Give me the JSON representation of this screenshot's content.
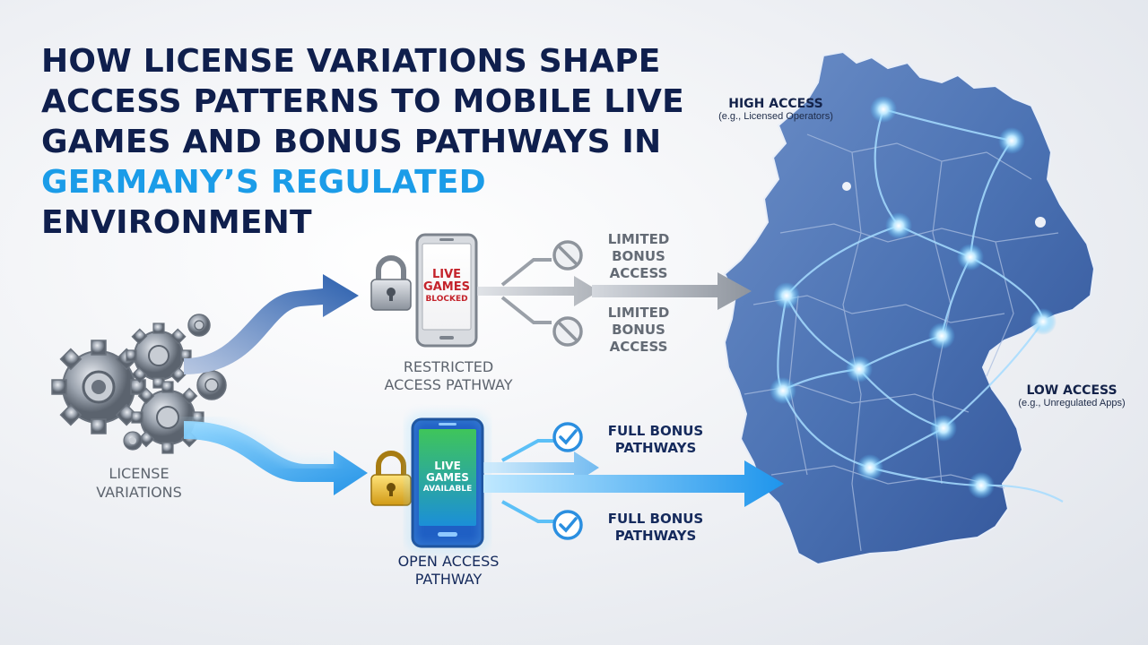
{
  "title": {
    "line1": "HOW LICENSE VARIATIONS SHAPE",
    "line2": "ACCESS PATTERNS TO MOBILE LIVE",
    "line3": "GAMES AND BONUS PATHWAYS IN",
    "line4": "GERMANY’S REGULATED",
    "line5": "ENVIRONMENT"
  },
  "source": {
    "label_line1": "LICENSE",
    "label_line2": "VARIATIONS",
    "gear_icon": "gears-icon"
  },
  "restricted": {
    "screen_line1": "LIVE",
    "screen_line2": "GAMES",
    "screen_line3": "BLOCKED",
    "label_line1": "RESTRICTED",
    "label_line2": "ACCESS PATHWAY",
    "branches": [
      {
        "line1": "LIMITED",
        "line2": "BONUS",
        "line3": "ACCESS",
        "icon": "prohibited-icon"
      },
      {
        "line1": "LIMITED",
        "line2": "BONUS",
        "line3": "ACCESS",
        "icon": "prohibited-icon"
      }
    ],
    "lock_icon": "padlock-gray-icon"
  },
  "open": {
    "screen_line1": "LIVE",
    "screen_line2": "GAMES",
    "screen_line3": "AVAILABLE",
    "label_line1": "OPEN ACCESS",
    "label_line2": "PATHWAY",
    "branches": [
      {
        "line1": "FULL BONUS",
        "line2": "PATHWAYS",
        "icon": "checkmark-icon"
      },
      {
        "line1": "FULL BONUS",
        "line2": "PATHWAYS",
        "icon": "checkmark-icon"
      }
    ],
    "lock_icon": "padlock-gold-icon"
  },
  "map": {
    "high_title": "HIGH ACCESS",
    "high_sub": "(e.g., Licensed Operators)",
    "low_title": "LOW ACCESS",
    "low_sub": "(e.g., Unregulated Apps)",
    "icon": "germany-map-icon"
  },
  "colors": {
    "navy": "#0f1f4d",
    "accent_blue": "#1b9ce8",
    "restricted_gray": "#8a9099",
    "blocked_red": "#c4232b",
    "available_green": "#3fbf5a",
    "map_blue": "#3d63a6"
  }
}
